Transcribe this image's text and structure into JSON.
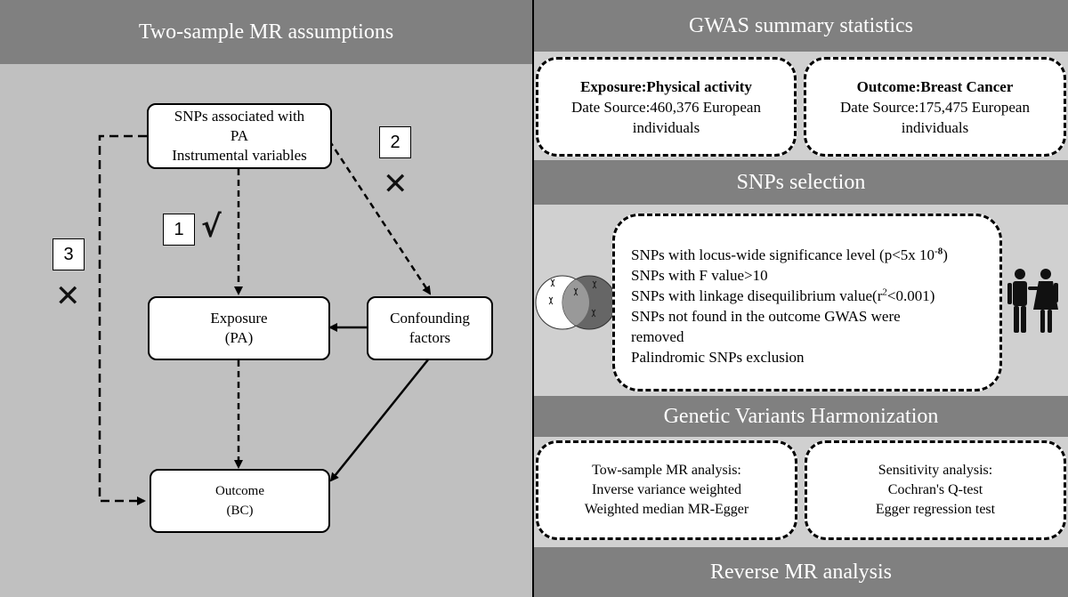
{
  "left": {
    "header": "Two-sample MR assumptions",
    "snps_node": [
      "SNPs associated with",
      "PA",
      "Instrumental variables"
    ],
    "exposure_node": [
      "Exposure",
      "(PA)"
    ],
    "confounding_node": [
      "Confounding",
      "factors"
    ],
    "outcome_node": [
      "Outcome",
      "(BC)"
    ],
    "assumption_1": {
      "number": "1",
      "mark": "√"
    },
    "assumption_2": {
      "number": "2",
      "mark": "✕"
    },
    "assumption_3": {
      "number": "3",
      "mark": "✕"
    }
  },
  "right": {
    "gwas_header": "GWAS  summary statistics",
    "exposure_card": {
      "title": "Exposure:Physical activity",
      "line1": "Date Source:460,376 European",
      "line2": "individuals"
    },
    "outcome_card": {
      "title": "Outcome:Breast Cancer",
      "line1": "Date Source:175,475 European",
      "line2": "individuals"
    },
    "snps_header": "SNPs selection",
    "snps_criteria": {
      "c1_pre": "SNPs with locus-wide significance level (p<5x 10",
      "c1_sup": "-8",
      "c1_post": ")",
      "c2": "SNPs with F value>10",
      "c3_pre": "SNPs with linkage disequilibrium value(r",
      "c3_sup": "2",
      "c3_post": "<0.001)",
      "c4a": "SNPs not found in the outcome GWAS were",
      "c4b": "removed",
      "c5": "Palindromic SNPs exclusion"
    },
    "harmonization_header": "Genetic Variants Harmonization",
    "mr_card": [
      "Tow-sample MR analysis:",
      "Inverse variance weighted",
      "Weighted median  MR-Egger"
    ],
    "sensitivity_card": [
      "Sensitivity analysis:",
      "Cochran's Q-test",
      "Egger regression test"
    ],
    "reverse_header": "Reverse MR analysis"
  },
  "colors": {
    "header_bg": "#808080",
    "left_bg": "#c0c0c0",
    "right_section_bg": "#d0d0d0",
    "venn_dark": "#666666"
  },
  "icons": [
    "venn-diagram-icon",
    "dna-icon",
    "people-icon"
  ]
}
